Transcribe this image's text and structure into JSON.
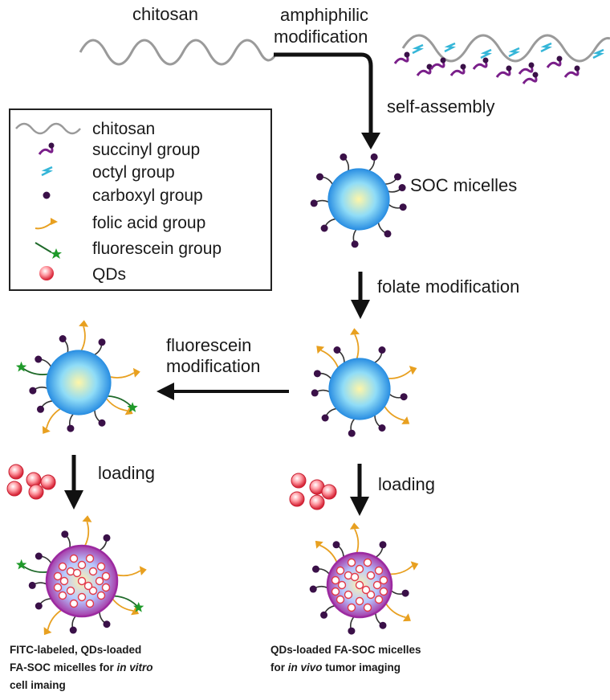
{
  "labels": {
    "chitosan_top": "chitosan",
    "amphiphilic_1": "amphiphilic",
    "amphiphilic_2": "modification",
    "self_assembly": "self-assembly",
    "soc_micelles": "SOC micelles",
    "folate_modification": "folate modification",
    "fluorescein_1": "fluorescein",
    "fluorescein_2": "modification",
    "loading_left": "loading",
    "loading_right": "loading"
  },
  "legend": {
    "items": [
      {
        "icon": "chitosan-wave-icon",
        "label": "chitosan"
      },
      {
        "icon": "succinyl-group-icon",
        "label": "succinyl group"
      },
      {
        "icon": "octyl-group-icon",
        "label": "octyl group"
      },
      {
        "icon": "carboxyl-group-icon",
        "label": "carboxyl group"
      },
      {
        "icon": "folic-acid-group-icon",
        "label": "folic acid group"
      },
      {
        "icon": "fluorescein-group-icon",
        "label": "fluorescein group"
      },
      {
        "icon": "qd-icon",
        "label": "QDs"
      }
    ]
  },
  "captions": {
    "left": {
      "line1": "FITC-labeled, QDs-loaded",
      "line2_pre": "FA-SOC micelles for ",
      "line2_em": "in vitro",
      "line3": "cell imaing"
    },
    "right": {
      "line1": "QDs-loaded FA-SOC micelles",
      "line2_pre": "for ",
      "line2_em": "in vivo",
      "line2_post": " tumor imaging"
    }
  },
  "colors": {
    "chitosan": "#9a9a9a",
    "succinyl": "#7a1f8a",
    "octyl": "#35b6d8",
    "carboxyl": "#3a1048",
    "folic_acid": "#e8a020",
    "fluorescein": "#1f9a2a",
    "qd": "#e23a4a",
    "micelle_edge": "#2a8fe0",
    "micelle_core": "#fff3a0",
    "loaded_edge": "#9c2aa0"
  }
}
